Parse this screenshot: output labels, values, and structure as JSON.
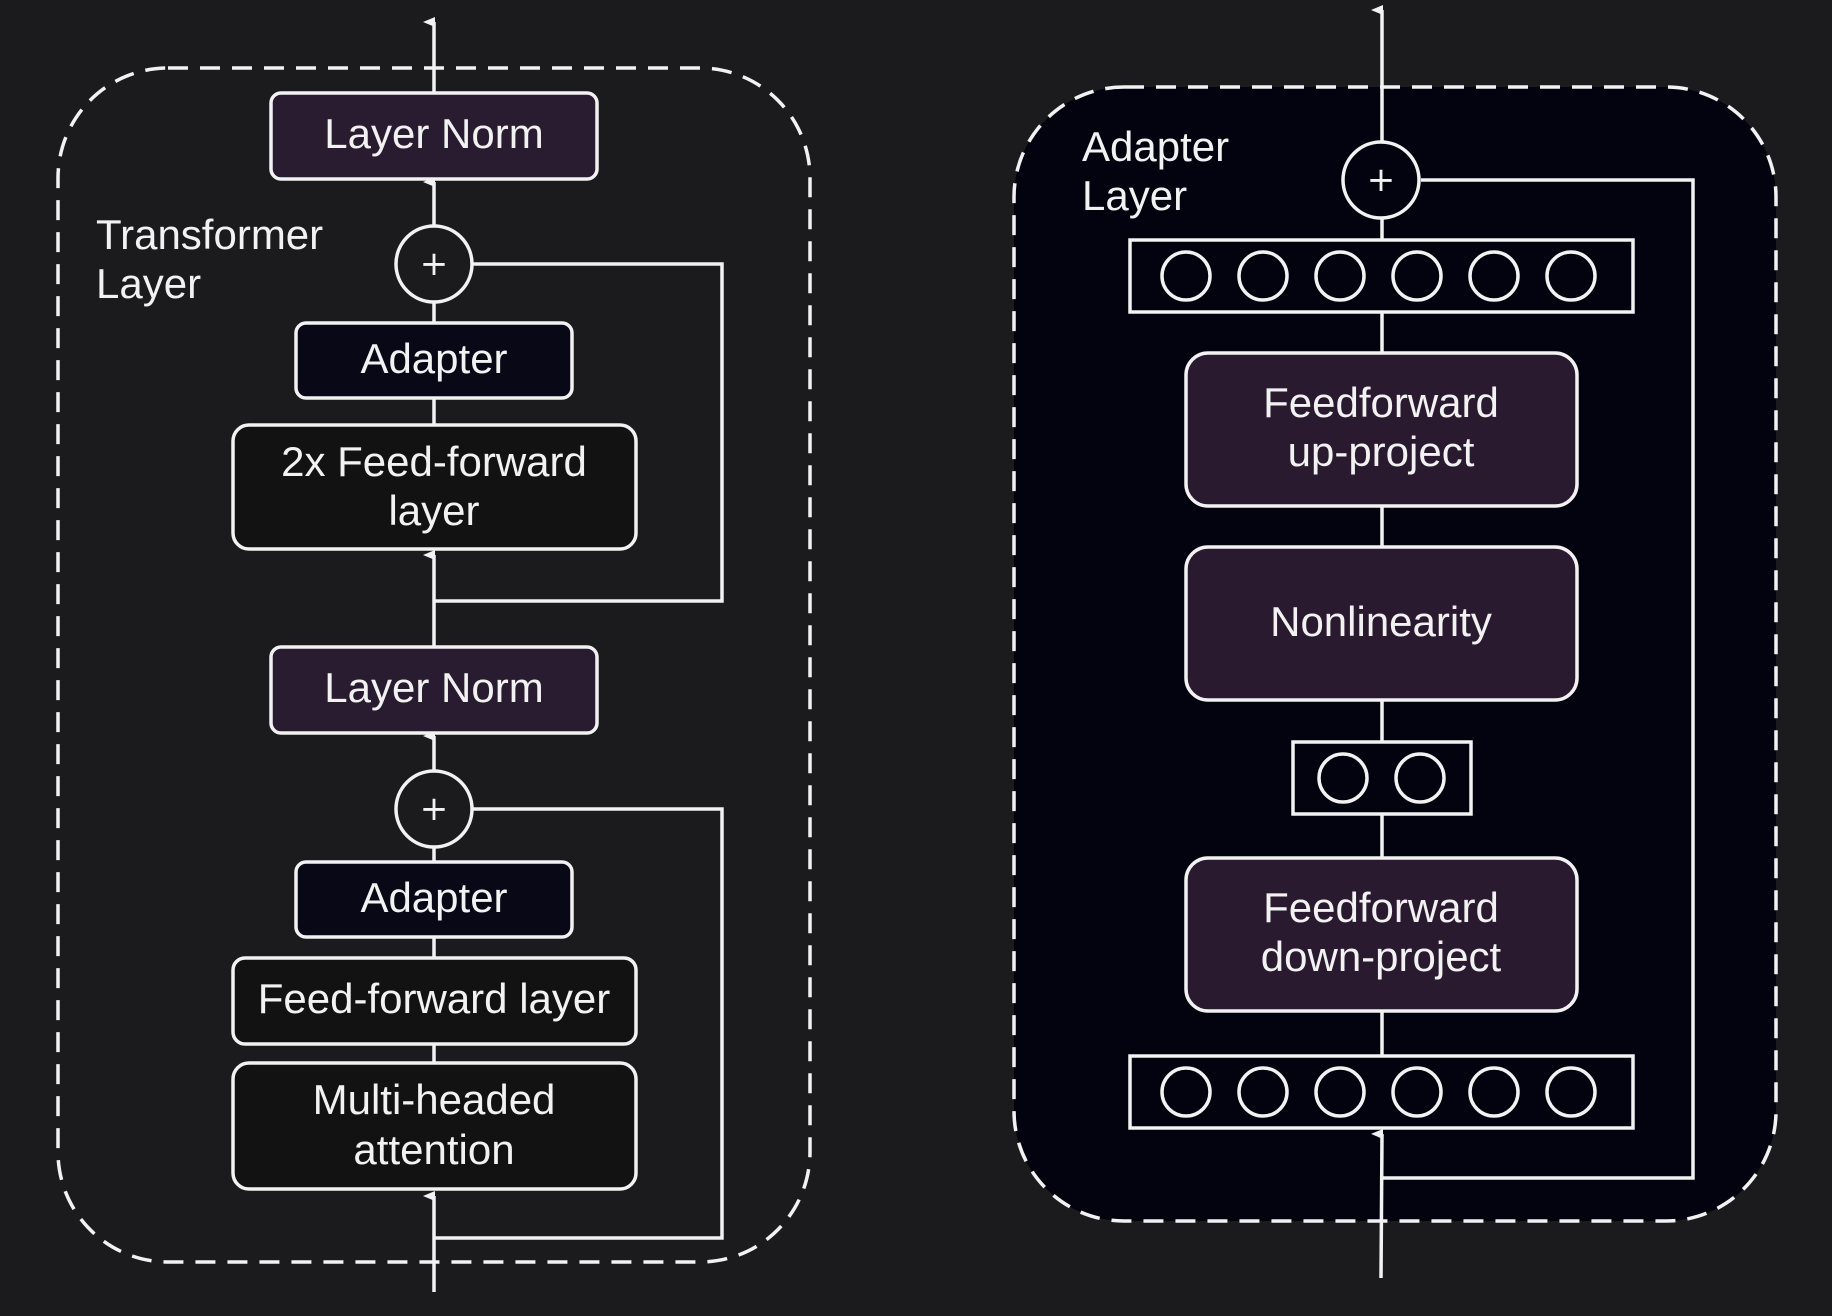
{
  "colors": {
    "background": "#1b1b1d",
    "stroke": "#f2f2f2",
    "text": "#f2f2f2",
    "norm_fill": "#2a1c30",
    "adapter_fill": "#080816",
    "ff_fill": "#121212",
    "adapter_panel_fill": "#03030f",
    "adapter_box_fill": "#2a1a30"
  },
  "transformer": {
    "title": [
      "Transformer",
      "Layer"
    ],
    "layer_norm_top": "Layer Norm",
    "plus_top": "+",
    "adapter_top": "Adapter",
    "ff2x": [
      "2x Feed-forward",
      "layer"
    ],
    "layer_norm_bottom": "Layer Norm",
    "plus_bottom": "+",
    "adapter_bottom": "Adapter",
    "ff": "Feed-forward layer",
    "mha": [
      "Multi-headed",
      "attention"
    ]
  },
  "adapter": {
    "title": [
      "Adapter",
      "Layer"
    ],
    "plus": "+",
    "top_neurons": 6,
    "up_project": [
      "Feedforward",
      "up-project"
    ],
    "nonlinearity": "Nonlinearity",
    "bottleneck_neurons": 2,
    "down_project": [
      "Feedforward",
      "down-project"
    ],
    "bottom_neurons": 6
  }
}
